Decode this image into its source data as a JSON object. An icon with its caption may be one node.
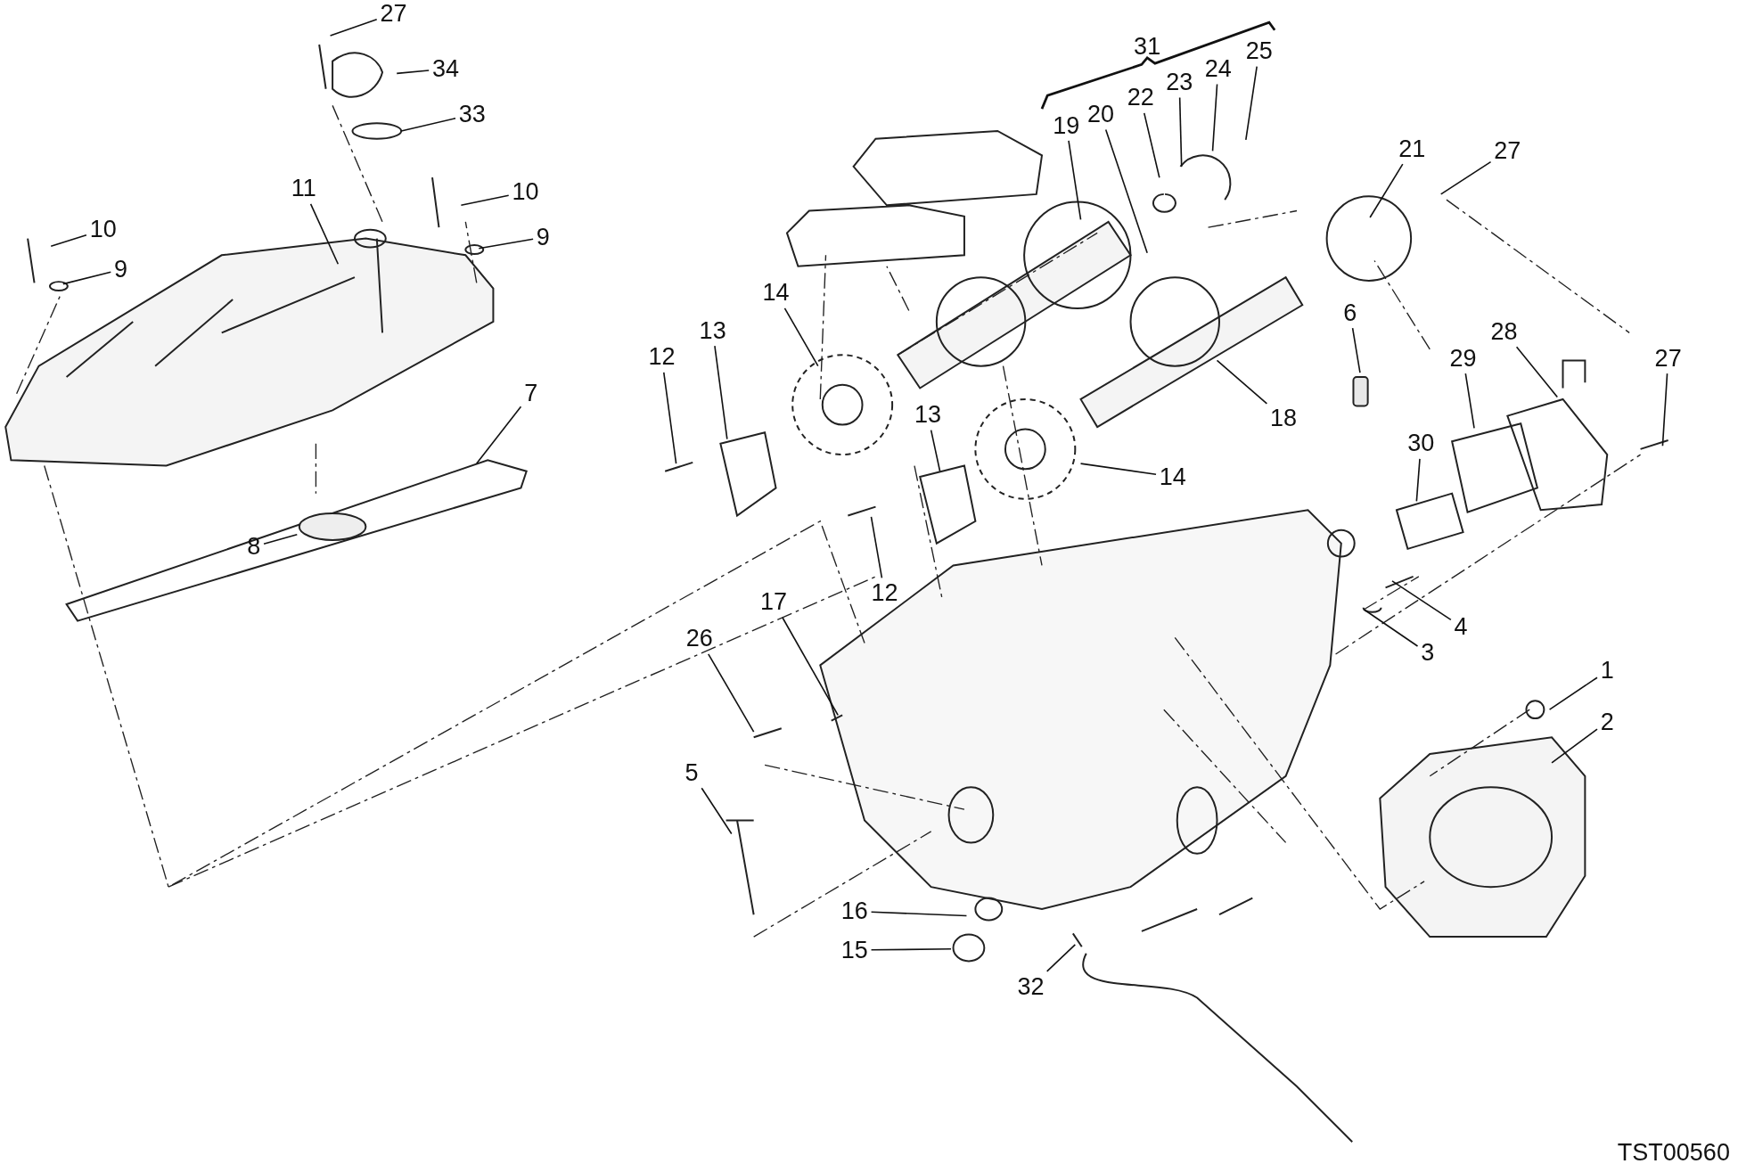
{
  "diagram": {
    "nodes": [
      {
        "text": [
          "27"
        ]
      },
      {
        "text": [
          "34"
        ]
      },
      {
        "text": [
          "33"
        ]
      },
      {
        "text": [
          "11"
        ]
      },
      {
        "text": [
          "10"
        ]
      },
      {
        "text": [
          "9"
        ]
      },
      {
        "text": [
          "10"
        ]
      },
      {
        "text": [
          "9"
        ]
      },
      {
        "text": [
          "7"
        ]
      },
      {
        "text": [
          "8"
        ]
      },
      {
        "text": [
          "19"
        ]
      },
      {
        "text": [
          "20"
        ]
      },
      {
        "text": [
          "22"
        ]
      },
      {
        "text": [
          "23"
        ]
      },
      {
        "text": [
          "24"
        ]
      },
      {
        "text": [
          "25"
        ]
      },
      {
        "text": [
          "21"
        ]
      },
      {
        "text": [
          "27"
        ]
      },
      {
        "text": [
          "14"
        ]
      },
      {
        "text": [
          "13"
        ]
      },
      {
        "text": [
          "12"
        ]
      },
      {
        "text": [
          "6"
        ]
      },
      {
        "text": [
          "29"
        ]
      },
      {
        "text": [
          "28"
        ]
      },
      {
        "text": [
          "27"
        ]
      },
      {
        "text": [
          "30"
        ]
      },
      {
        "text": [
          "18"
        ]
      },
      {
        "text": [
          "13"
        ]
      },
      {
        "text": [
          "14"
        ]
      },
      {
        "text": [
          "12"
        ]
      },
      {
        "text": [
          "17"
        ]
      },
      {
        "text": [
          "26"
        ]
      },
      {
        "text": [
          "4"
        ]
      },
      {
        "text": [
          "3"
        ]
      },
      {
        "text": [
          "1"
        ]
      },
      {
        "text": [
          "2"
        ]
      },
      {
        "text": [
          "5"
        ]
      },
      {
        "text": [
          "16"
        ]
      },
      {
        "text": [
          "15"
        ]
      },
      {
        "text": [
          "32"
        ]
      }
    ],
    "edges": [
      {
        "from": 0,
        "to": null,
        "arrow": "none"
      },
      {
        "from": 1,
        "to": null,
        "arrow": "none"
      },
      {
        "from": 2,
        "to": null,
        "arrow": "none"
      },
      {
        "from": 3,
        "to": null,
        "arrow": "none"
      },
      {
        "from": 4,
        "to": null,
        "arrow": "none"
      },
      {
        "from": 5,
        "to": null,
        "arrow": "none"
      },
      {
        "from": 6,
        "to": null,
        "arrow": "none"
      },
      {
        "from": 7,
        "to": null,
        "arrow": "none"
      },
      {
        "from": 8,
        "to": null,
        "arrow": "none"
      },
      {
        "from": 9,
        "to": null,
        "arrow": "none"
      },
      {
        "from": 10,
        "to": null,
        "arrow": "none"
      },
      {
        "from": 11,
        "to": null,
        "arrow": "none"
      },
      {
        "from": 12,
        "to": null,
        "arrow": "none"
      },
      {
        "from": 13,
        "to": null,
        "arrow": "none"
      },
      {
        "from": 14,
        "to": null,
        "arrow": "none"
      },
      {
        "from": 15,
        "to": null,
        "arrow": "none"
      },
      {
        "from": 16,
        "to": null,
        "arrow": "none"
      },
      {
        "from": 17,
        "to": null,
        "arrow": "none"
      },
      {
        "from": 18,
        "to": null,
        "arrow": "none"
      },
      {
        "from": 19,
        "to": null,
        "arrow": "none"
      },
      {
        "from": 20,
        "to": null,
        "arrow": "none"
      },
      {
        "from": 21,
        "to": null,
        "arrow": "none"
      },
      {
        "from": 22,
        "to": null,
        "arrow": "none"
      },
      {
        "from": 23,
        "to": null,
        "arrow": "none"
      },
      {
        "from": 24,
        "to": null,
        "arrow": "none"
      },
      {
        "from": 25,
        "to": null,
        "arrow": "none"
      },
      {
        "from": 26,
        "to": null,
        "arrow": "none"
      },
      {
        "from": 27,
        "to": null,
        "arrow": "none"
      },
      {
        "from": 28,
        "to": null,
        "arrow": "none"
      },
      {
        "from": 29,
        "to": null,
        "arrow": "none"
      },
      {
        "from": 30,
        "to": null,
        "arrow": "none"
      },
      {
        "from": 31,
        "to": null,
        "arrow": "none"
      },
      {
        "from": 32,
        "to": null,
        "arrow": "none"
      },
      {
        "from": 33,
        "to": null,
        "arrow": "none"
      },
      {
        "from": 34,
        "to": null,
        "arrow": "none"
      },
      {
        "from": 35,
        "to": null,
        "arrow": "none"
      },
      {
        "from": 36,
        "to": null,
        "arrow": "none"
      },
      {
        "from": 37,
        "to": null,
        "arrow": "none"
      },
      {
        "from": 38,
        "to": null,
        "arrow": "none"
      },
      {
        "from": 39,
        "to": null,
        "arrow": "none"
      }
    ],
    "labels": [
      "31",
      "TST00560"
    ]
  }
}
